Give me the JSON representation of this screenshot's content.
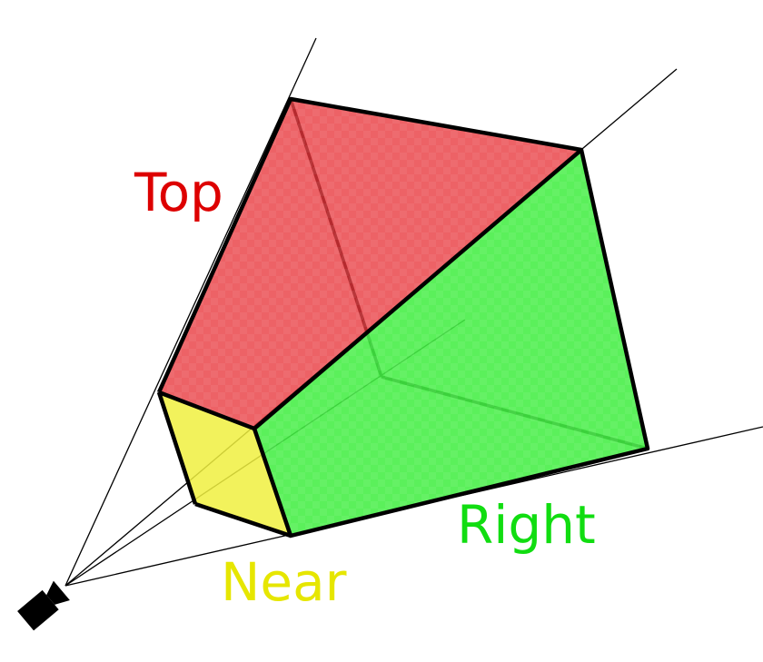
{
  "labels": {
    "top": "Top",
    "near": "Near",
    "right": "Right"
  },
  "colors": {
    "top_face": "#e8363b",
    "near_face": "#f0f040",
    "right_face": "#44ee44",
    "top_text": "#dd0000",
    "near_text": "#e6e600",
    "right_text": "#11dd11",
    "edge": "#000000",
    "camera": "#000000"
  },
  "icons": {
    "camera": "camera-icon"
  }
}
